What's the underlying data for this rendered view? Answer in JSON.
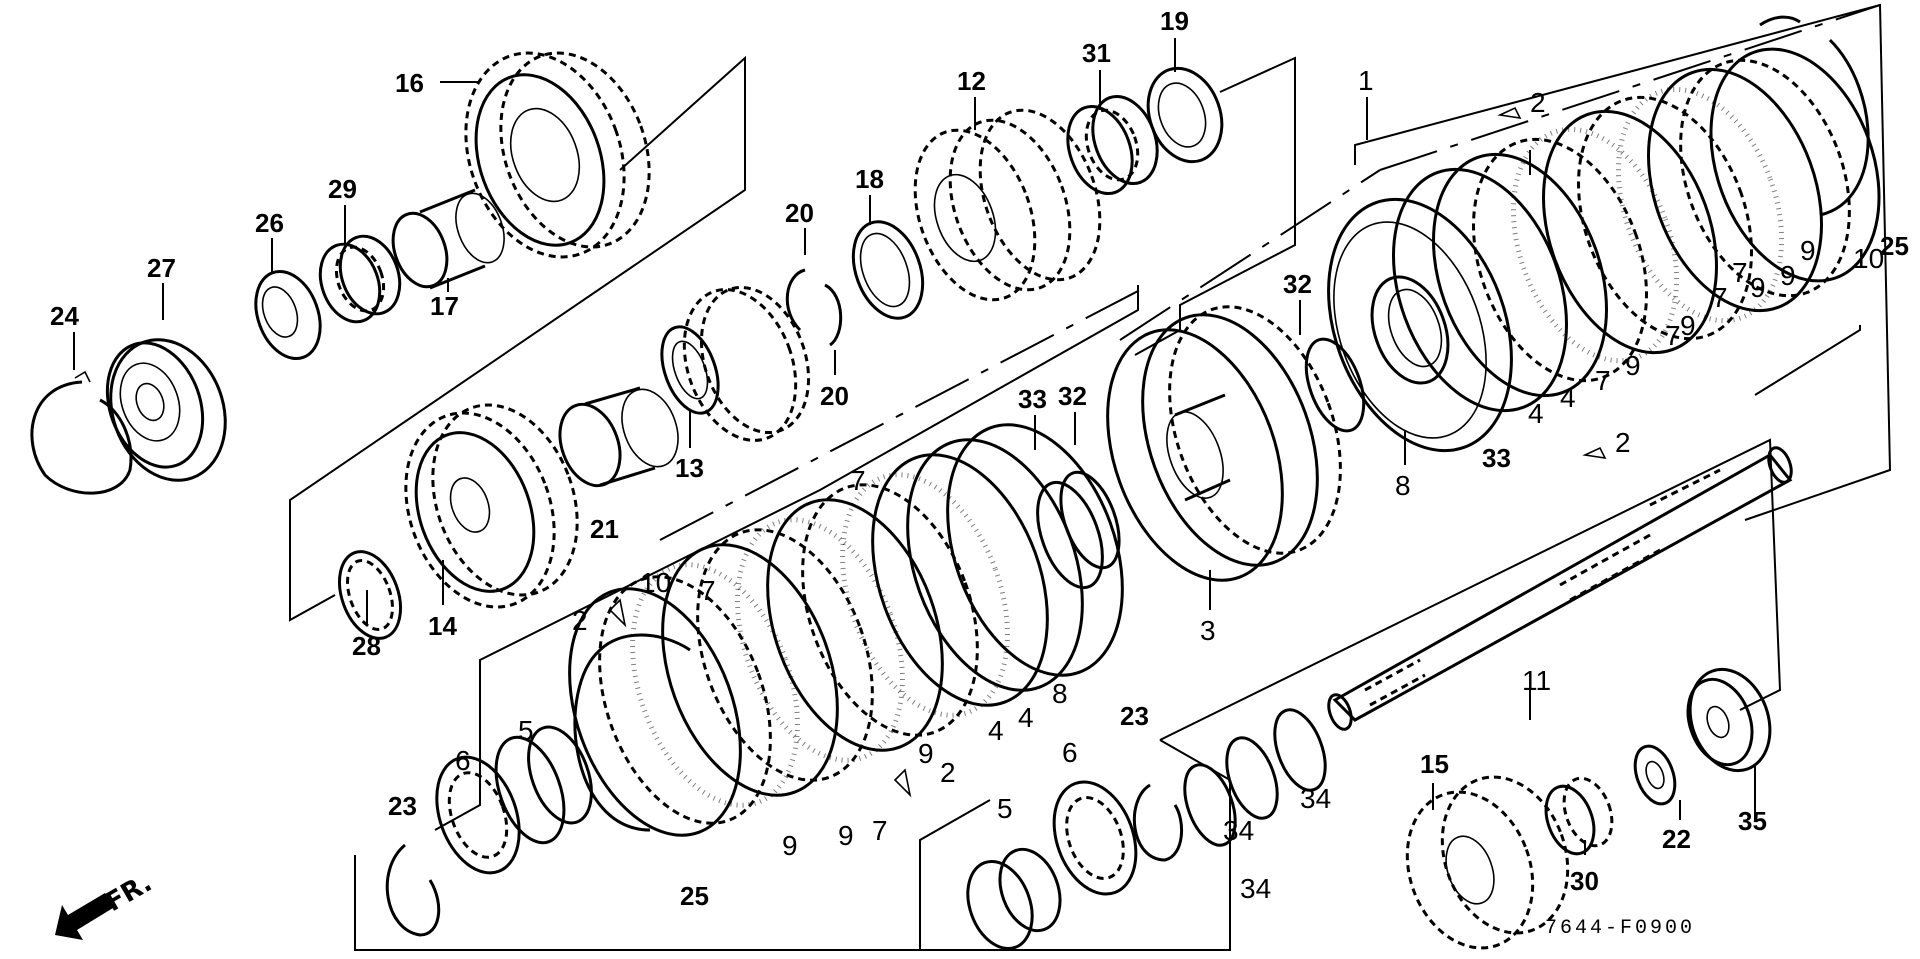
{
  "diagram": {
    "title": "Mainshaft clutch and gear assembly",
    "code": "7644-F0900",
    "direction_indicator": "FR.",
    "colors": {
      "line": "#000000",
      "background": "#ffffff"
    }
  },
  "callouts": [
    {
      "id": "c24",
      "part": "24"
    },
    {
      "id": "c27",
      "part": "27"
    },
    {
      "id": "c26",
      "part": "26"
    },
    {
      "id": "c29",
      "part": "29"
    },
    {
      "id": "c17",
      "part": "17"
    },
    {
      "id": "c16",
      "part": "16"
    },
    {
      "id": "c28",
      "part": "28"
    },
    {
      "id": "c14",
      "part": "14"
    },
    {
      "id": "c21",
      "part": "21"
    },
    {
      "id": "c13",
      "part": "13"
    },
    {
      "id": "c20a",
      "part": "20"
    },
    {
      "id": "c20b",
      "part": "20"
    },
    {
      "id": "c18",
      "part": "18"
    },
    {
      "id": "c12",
      "part": "12"
    },
    {
      "id": "c31",
      "part": "31"
    },
    {
      "id": "c19",
      "part": "19"
    },
    {
      "id": "c1",
      "part": "1"
    },
    {
      "id": "c2a",
      "part": "2"
    },
    {
      "id": "c2b",
      "part": "2"
    },
    {
      "id": "c2c",
      "part": "2"
    },
    {
      "id": "c2d",
      "part": "2"
    },
    {
      "id": "c32a",
      "part": "32"
    },
    {
      "id": "c32b",
      "part": "32"
    },
    {
      "id": "c33a",
      "part": "33"
    },
    {
      "id": "c33b",
      "part": "33"
    },
    {
      "id": "c8a",
      "part": "8"
    },
    {
      "id": "c8b",
      "part": "8"
    },
    {
      "id": "c3",
      "part": "3"
    },
    {
      "id": "c4a",
      "part": "4"
    },
    {
      "id": "c4b",
      "part": "4"
    },
    {
      "id": "c4c",
      "part": "4"
    },
    {
      "id": "c4d",
      "part": "4"
    },
    {
      "id": "c7a",
      "part": "7"
    },
    {
      "id": "c7b",
      "part": "7"
    },
    {
      "id": "c7c",
      "part": "7"
    },
    {
      "id": "c7d",
      "part": "7"
    },
    {
      "id": "c7e",
      "part": "7"
    },
    {
      "id": "c7f",
      "part": "7"
    },
    {
      "id": "c7g",
      "part": "7"
    },
    {
      "id": "c9a",
      "part": "9"
    },
    {
      "id": "c9b",
      "part": "9"
    },
    {
      "id": "c9c",
      "part": "9"
    },
    {
      "id": "c9d",
      "part": "9"
    },
    {
      "id": "c9e",
      "part": "9"
    },
    {
      "id": "c9f",
      "part": "9"
    },
    {
      "id": "c9g",
      "part": "9"
    },
    {
      "id": "c9h",
      "part": "9"
    },
    {
      "id": "c10a",
      "part": "10"
    },
    {
      "id": "c10b",
      "part": "10"
    },
    {
      "id": "c25a",
      "part": "25"
    },
    {
      "id": "c25b",
      "part": "25"
    },
    {
      "id": "c23a",
      "part": "23"
    },
    {
      "id": "c23b",
      "part": "23"
    },
    {
      "id": "c6a",
      "part": "6"
    },
    {
      "id": "c6b",
      "part": "6"
    },
    {
      "id": "c5a",
      "part": "5"
    },
    {
      "id": "c5b",
      "part": "5"
    },
    {
      "id": "c11",
      "part": "11"
    },
    {
      "id": "c15",
      "part": "15"
    },
    {
      "id": "c30",
      "part": "30"
    },
    {
      "id": "c22",
      "part": "22"
    },
    {
      "id": "c35",
      "part": "35"
    },
    {
      "id": "c34a",
      "part": "34"
    },
    {
      "id": "c34b",
      "part": "34"
    },
    {
      "id": "c34c",
      "part": "34"
    }
  ]
}
